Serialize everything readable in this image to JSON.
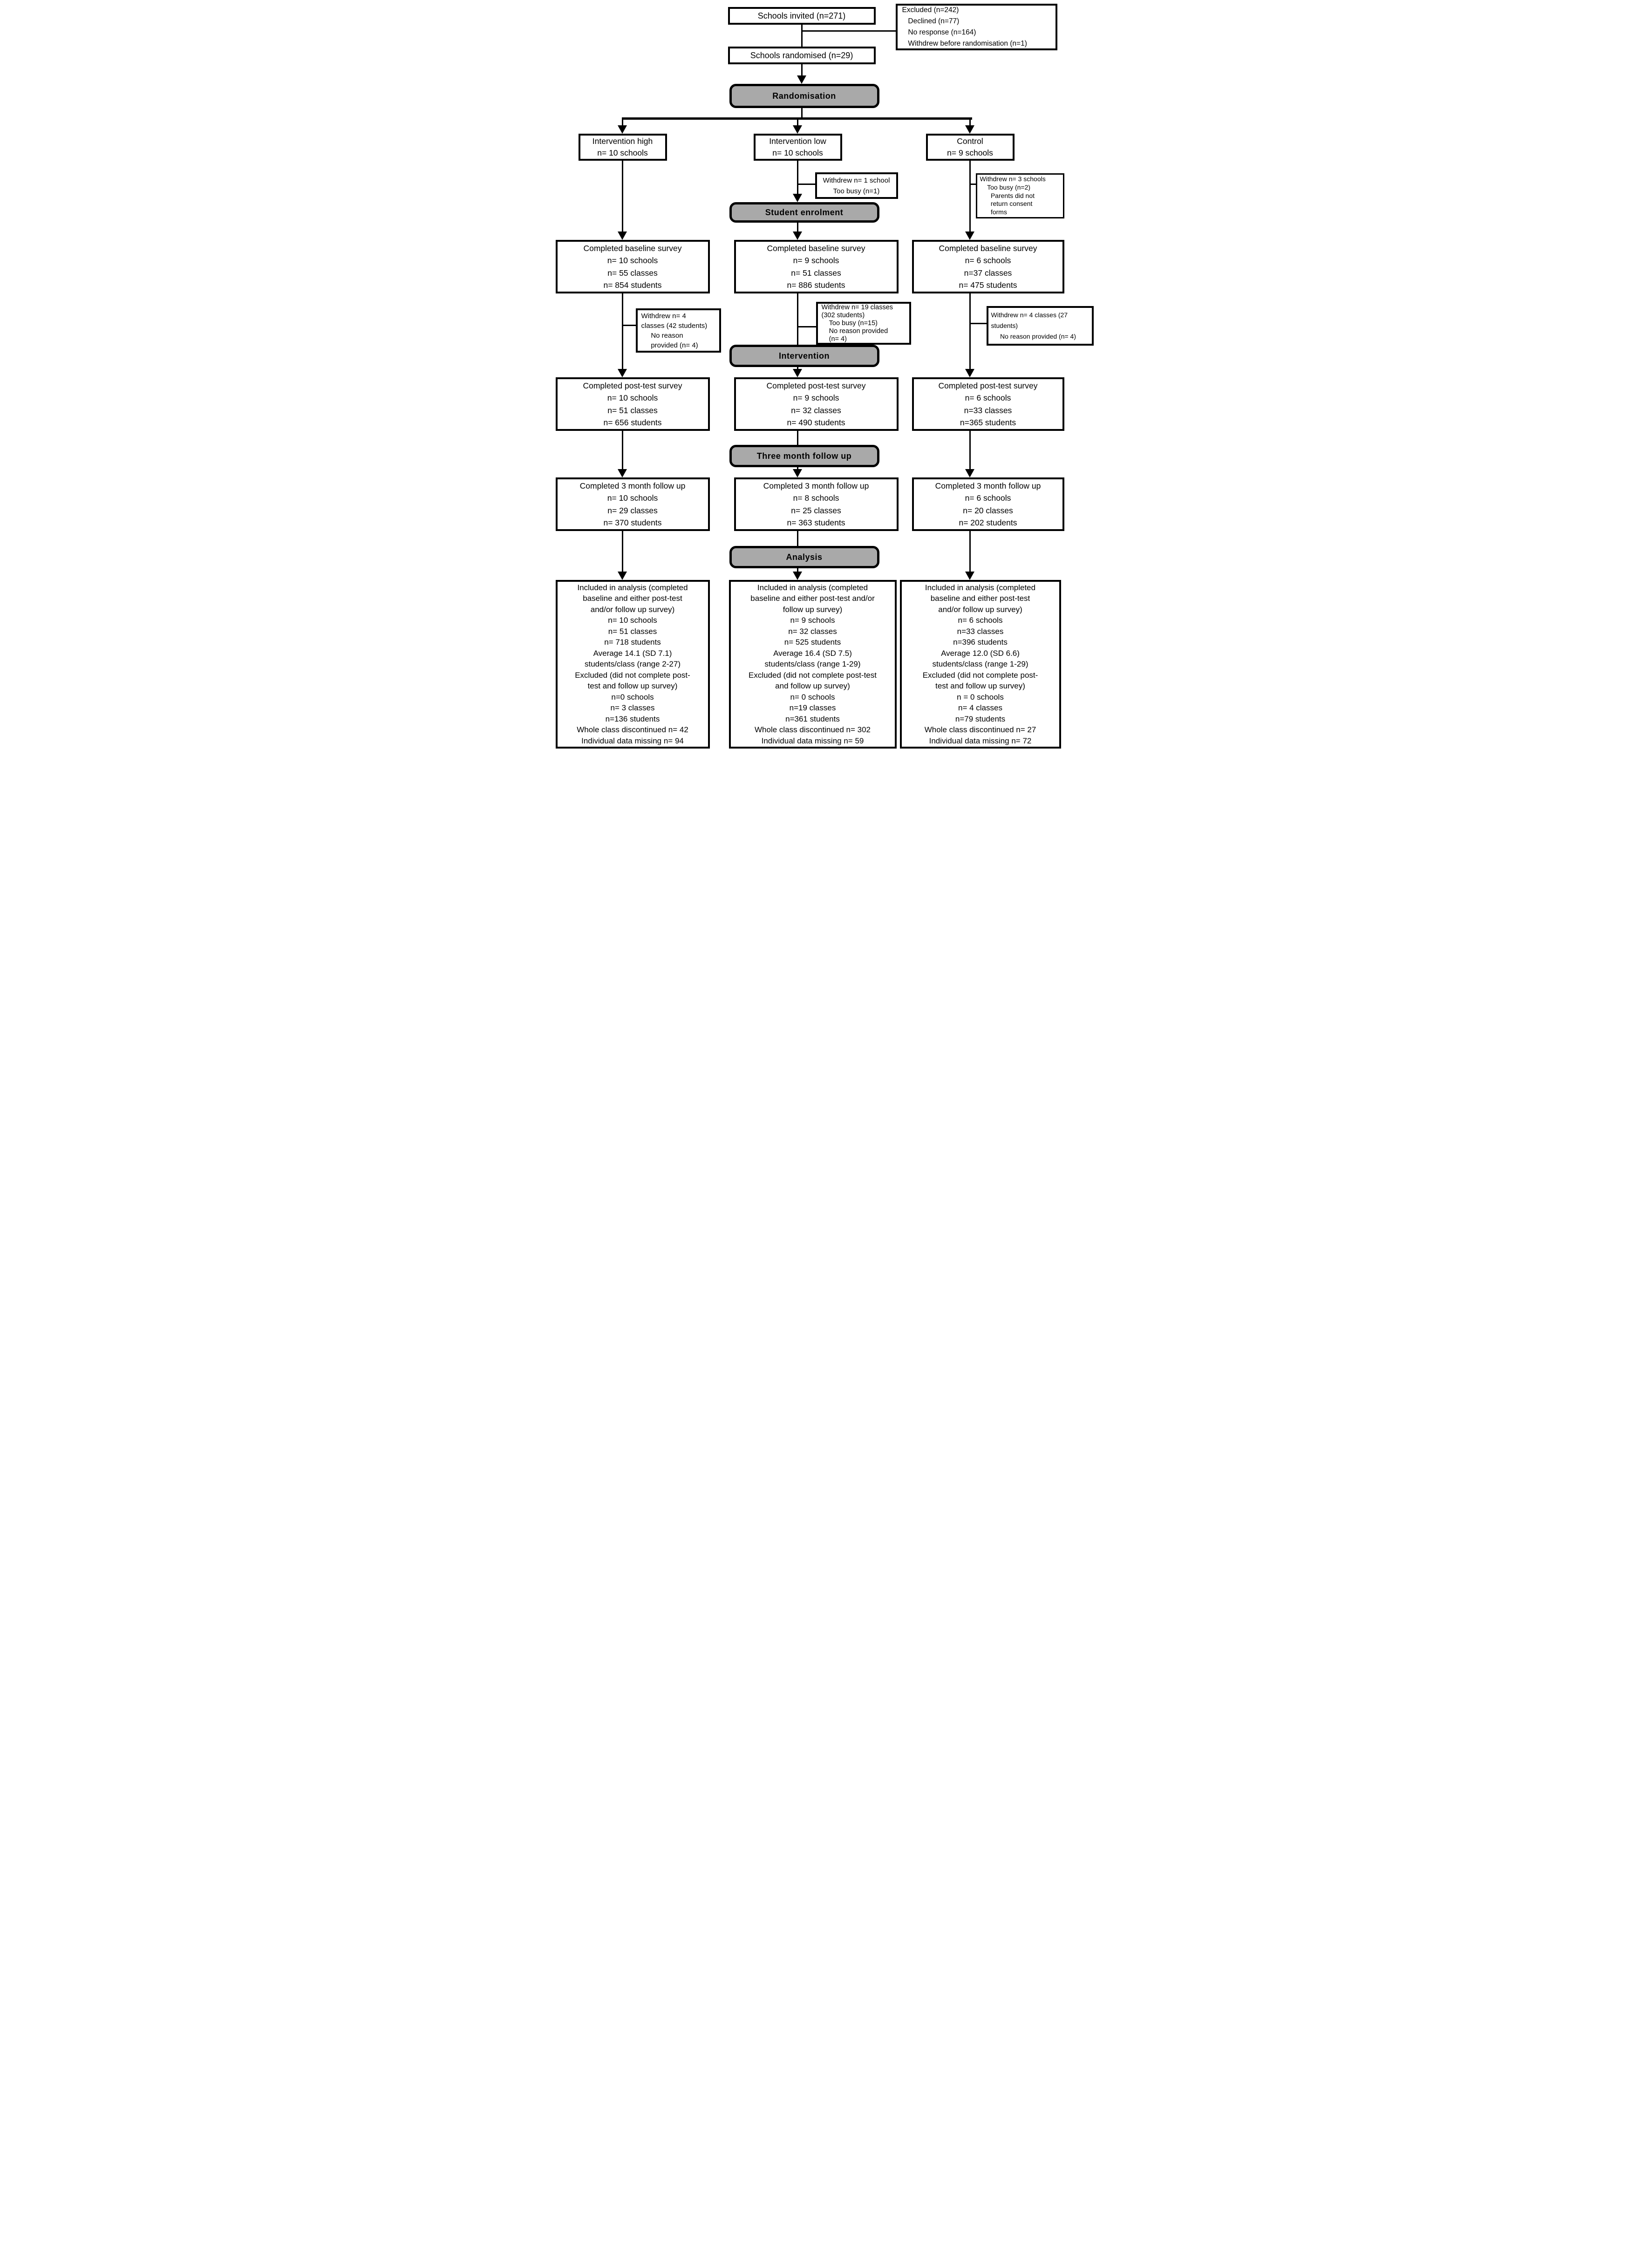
{
  "top": {
    "invited": "Schools invited (n=271)",
    "randomised": "Schools randomised (n=29)",
    "excluded_lines": [
      "Excluded (n=242)",
      "   Declined (n=77)",
      "   No response (n=164)",
      "   Withdrew before randomisation (n=1)"
    ]
  },
  "bars": {
    "randomisation": "Randomisation",
    "enrolment": "Student enrolment",
    "intervention": "Intervention",
    "three_month": "Three month follow up",
    "analysis": "Analysis"
  },
  "arms": [
    {
      "label": "Intervention high",
      "n": "n= 10 schools"
    },
    {
      "label": "Intervention low",
      "n": "n= 10 schools"
    },
    {
      "label": "Control",
      "n": "n= 9 schools"
    }
  ],
  "withdrawals": {
    "low_school": [
      "Withdrew n= 1 school",
      "Too busy (n=1)"
    ],
    "control_school": [
      "Withdrew n= 3 schools",
      "    Too busy (n=2)",
      "      Parents did not",
      "      return consent",
      "      forms"
    ],
    "high_classes": [
      "Withdrew n= 4",
      "classes (42 students)",
      "     No reason",
      "     provided (n= 4)"
    ],
    "low_classes": [
      "Withdrew n= 19 classes",
      "(302 students)",
      "    Too busy (n=15)",
      "    No reason provided",
      "    (n= 4)"
    ],
    "control_classes": [
      "Withdrew n= 4 classes (27",
      "students)",
      "     No reason provided (n= 4)"
    ]
  },
  "baseline": [
    {
      "title": "Completed baseline survey",
      "lines": [
        "n= 10 schools",
        "n= 55 classes",
        "n= 854 students"
      ]
    },
    {
      "title": "Completed baseline survey",
      "lines": [
        "n= 9 schools",
        "n= 51 classes",
        "n= 886 students"
      ]
    },
    {
      "title": "Completed baseline survey",
      "lines": [
        "n= 6 schools",
        "n=37 classes",
        "n= 475 students"
      ]
    }
  ],
  "posttest": [
    {
      "title": "Completed post-test survey",
      "lines": [
        "n= 10 schools",
        "n= 51 classes",
        "n= 656 students"
      ]
    },
    {
      "title": "Completed post-test survey",
      "lines": [
        "n= 9 schools",
        "n= 32 classes",
        "n= 490 students"
      ]
    },
    {
      "title": "Completed post-test survey",
      "lines": [
        "n= 6 schools",
        "n=33 classes",
        "n=365 students"
      ]
    }
  ],
  "followup": [
    {
      "title": "Completed 3 month follow up",
      "lines": [
        "n= 10 schools",
        "n= 29 classes",
        "n= 370 students"
      ]
    },
    {
      "title": "Completed 3 month follow up",
      "lines": [
        "n= 8 schools",
        "n= 25 classes",
        "n= 363 students"
      ]
    },
    {
      "title": "Completed 3 month follow up",
      "lines": [
        "n= 6 schools",
        "n= 20 classes",
        "n= 202 students"
      ]
    }
  ],
  "analysis": [
    {
      "lines": [
        "Included in analysis (completed",
        "baseline and either post-test",
        "and/or follow up survey)",
        "n= 10 schools",
        "n= 51 classes",
        "n= 718 students",
        "Average 14.1 (SD 7.1)",
        "students/class (range 2-27)",
        "Excluded (did not complete post-",
        "test and follow up survey)",
        "n=0 schools",
        "n= 3 classes",
        "n=136 students",
        "Whole class discontinued n= 42",
        "Individual data missing n= 94"
      ]
    },
    {
      "lines": [
        "Included in analysis (completed",
        "baseline and either post-test and/or",
        "follow up survey)",
        "n= 9 schools",
        "n= 32 classes",
        "n= 525 students",
        "Average 16.4 (SD 7.5)",
        "students/class (range 1-29)",
        "Excluded (did not complete post-test",
        "and follow up survey)",
        "n= 0 schools",
        "n=19 classes",
        "n=361 students",
        "Whole class discontinued n= 302",
        "Individual data missing n= 59"
      ]
    },
    {
      "lines": [
        "Included in analysis (completed",
        "baseline and either post-test",
        "and/or follow up survey)",
        "n= 6 schools",
        "n=33 classes",
        "n=396 students",
        "Average 12.0 (SD 6.6)",
        "students/class (range 1-29)",
        "Excluded (did not complete post-",
        "test and follow up survey)",
        "n = 0 schools",
        "n= 4 classes",
        "n=79 students",
        "Whole class discontinued n= 27",
        "Individual data missing n= 72"
      ]
    }
  ]
}
